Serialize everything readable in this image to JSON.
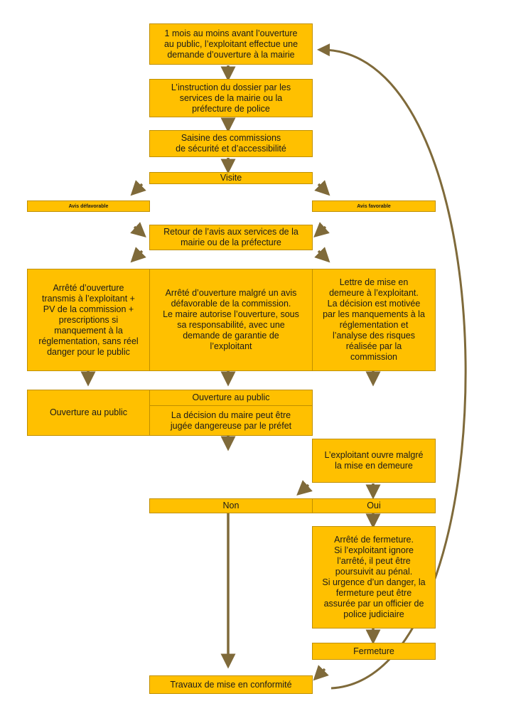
{
  "colors": {
    "box_fill": "#ffc000",
    "box_border": "#bf8f00",
    "arrow": "#7f6a3a"
  },
  "nodes": {
    "demande": "1 mois au moins avant l’ouverture\nau public, l’exploitant effectue une\ndemande d’ouverture à la mairie",
    "instruction": "L’instruction du dossier par les\nservices de la mairie ou la\npréfecture de police",
    "saisine": "Saisine des commissions\nde sécurité et d’accessibilité",
    "visite": "Visite",
    "avis_defavorable": "Avis défavorable",
    "avis_favorable": "Avis favorable",
    "retour": "Retour de l’avis aux services de la\nmairie ou de la préfecture",
    "arrete_ouverture": "Arrêté d’ouverture\ntransmis à l’exploitant +\nPV de la commission +\nprescriptions si\nmanquement à la\nréglementation, sans réel\ndanger pour le public",
    "arrete_malgre": "Arrêté d’ouverture malgré un avis\ndéfavorable de la commission.\nLe maire autorise l’ouverture, sous\nsa responsabilité, avec une\ndemande de garantie de\nl’exploitant",
    "mise_en_demeure": "Lettre de mise en\ndemeure à l’exploitant.\nLa décision est motivée\npar les manquements à la\nréglementation et\nl’analyse des risques\nréalisée par la\ncommission",
    "ouverture_public_left": "Ouverture au public",
    "ouverture_public_mid": "Ouverture au public",
    "decision_dangereuse": "La décision du maire peut être\njugée dangereuse par le préfet",
    "exploitant_ouvre": "L’exploitant ouvre malgré\nla mise en demeure",
    "non": "Non",
    "oui": "Oui",
    "arrete_fermeture": "Arrêté de fermeture.\nSi l’exploitant ignore\nl’arrêté, il peut être\npoursuivit au pénal.\nSi urgence d’un danger, la\nfermeture peut être\nassurée par un officier de\npolice judiciaire",
    "fermeture": "Fermeture",
    "travaux": "Travaux de mise en conformité"
  }
}
